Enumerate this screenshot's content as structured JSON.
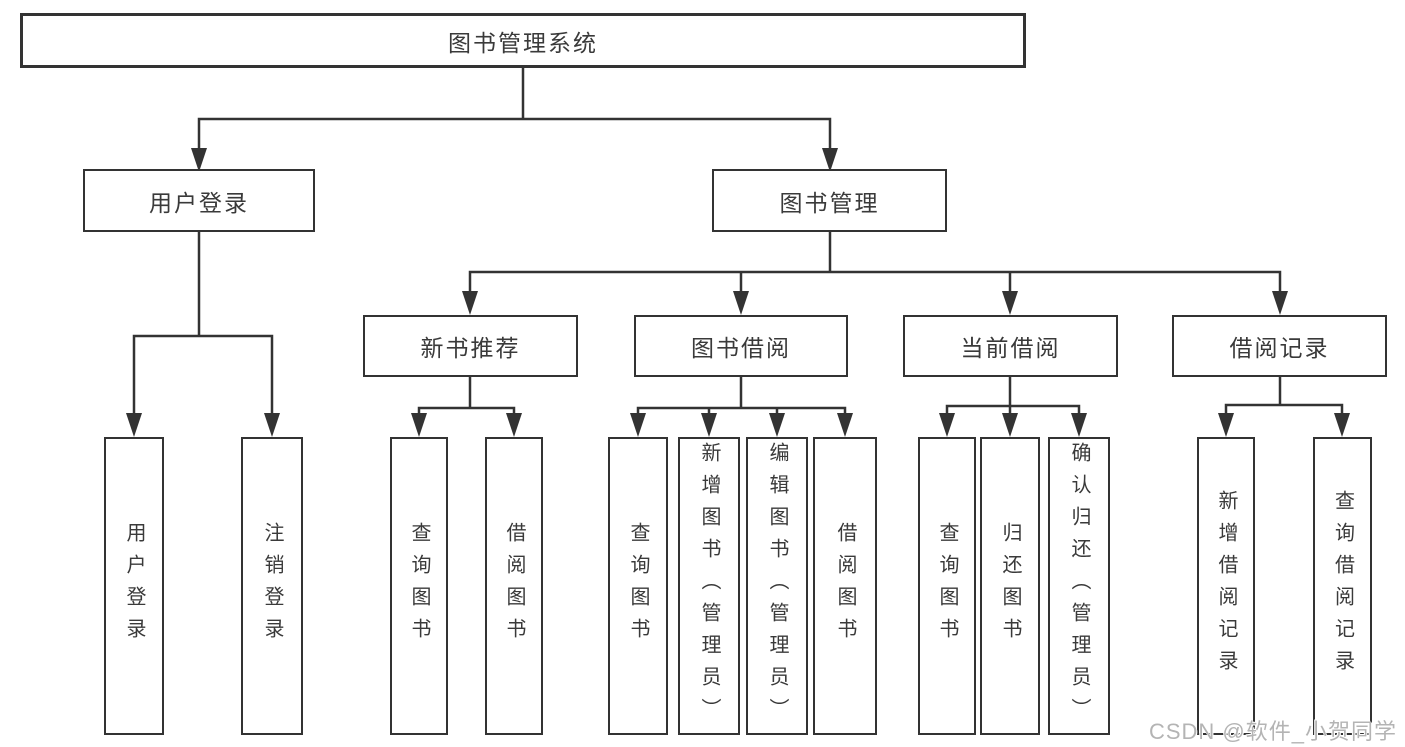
{
  "tree": {
    "label": "图书管理系统",
    "children": [
      {
        "label": "用户登录",
        "children": [
          {
            "label": "用户登录"
          },
          {
            "label": "注销登录"
          }
        ]
      },
      {
        "label": "图书管理",
        "children": [
          {
            "label": "新书推荐",
            "children": [
              {
                "label": "查询图书"
              },
              {
                "label": "借阅图书"
              }
            ]
          },
          {
            "label": "图书借阅",
            "children": [
              {
                "label": "查询图书"
              },
              {
                "label": "新增图书（管理员）"
              },
              {
                "label": "编辑图书（管理员）"
              },
              {
                "label": "借阅图书"
              }
            ]
          },
          {
            "label": "当前借阅",
            "children": [
              {
                "label": "查询图书"
              },
              {
                "label": "归还图书"
              },
              {
                "label": "确认归还（管理员）"
              }
            ]
          },
          {
            "label": "借阅记录",
            "children": [
              {
                "label": "新增借阅记录"
              },
              {
                "label": "查询借阅记录"
              }
            ]
          }
        ]
      }
    ]
  },
  "watermark": "CSDN @软件_小贺同学",
  "colors": {
    "line": "#333333",
    "box_fill": "#ffffff",
    "text": "#3a3a3a",
    "background": "#ffffff",
    "watermark": "#b4b4b4"
  }
}
